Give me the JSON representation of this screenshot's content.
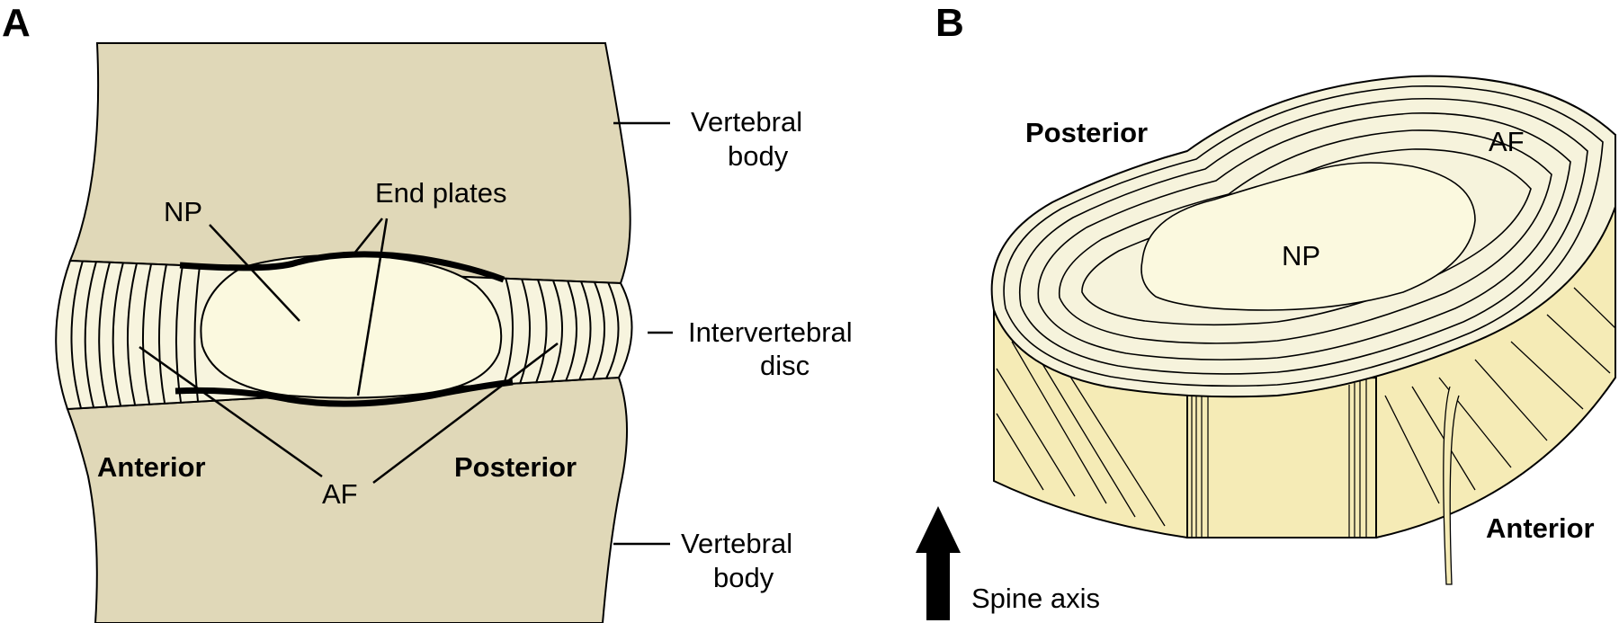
{
  "panels": [
    {
      "label": "A",
      "labels": {
        "vertebral_body_top_1": "Vertebral",
        "vertebral_body_top_2": "body",
        "end_plates": "End plates",
        "np": "NP",
        "intervertebral_1": "Intervertebral",
        "intervertebral_2": "disc",
        "anterior": "Anterior",
        "posterior": "Posterior",
        "af": "AF",
        "vertebral_body_bottom_1": "Vertebral",
        "vertebral_body_bottom_2": "body"
      }
    },
    {
      "label": "B",
      "labels": {
        "posterior": "Posterior",
        "af": "AF",
        "np": "NP",
        "anterior": "Anterior",
        "spine_axis": "Spine axis"
      }
    }
  ],
  "colors": {
    "bone": "#e0d8b8",
    "nucleus": "#fbf9df",
    "annulus_light": "#f6f3dc",
    "annulus_side": "#f5ebb6",
    "outline": "#000000"
  }
}
